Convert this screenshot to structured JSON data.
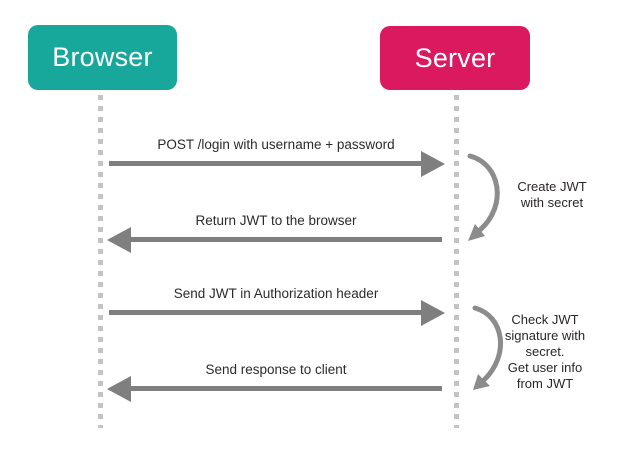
{
  "colors": {
    "browser_box": "#17A79B",
    "server_box": "#DB195E",
    "actor_text": "#FFFFFF",
    "arrow": "#7F7F7F",
    "self_arrow": "#8C8C8C",
    "lifeline": "#C4C4C4",
    "label_text": "#2B2B2B"
  },
  "actors": [
    {
      "id": "browser",
      "label": "Browser"
    },
    {
      "id": "server",
      "label": "Server"
    }
  ],
  "messages": [
    {
      "label": "POST /login with username + password",
      "direction": "right"
    },
    {
      "label": "Return JWT to the browser",
      "direction": "left"
    },
    {
      "label": "Send JWT in Authorization header",
      "direction": "right"
    },
    {
      "label": "Send response to client",
      "direction": "left"
    }
  ],
  "self_actions": [
    {
      "actor": "server",
      "lines": [
        "Create JWT",
        "with secret"
      ]
    },
    {
      "actor": "server",
      "lines": [
        "Check JWT",
        "signature with",
        "secret.",
        "Get user info",
        "from JWT"
      ]
    }
  ]
}
